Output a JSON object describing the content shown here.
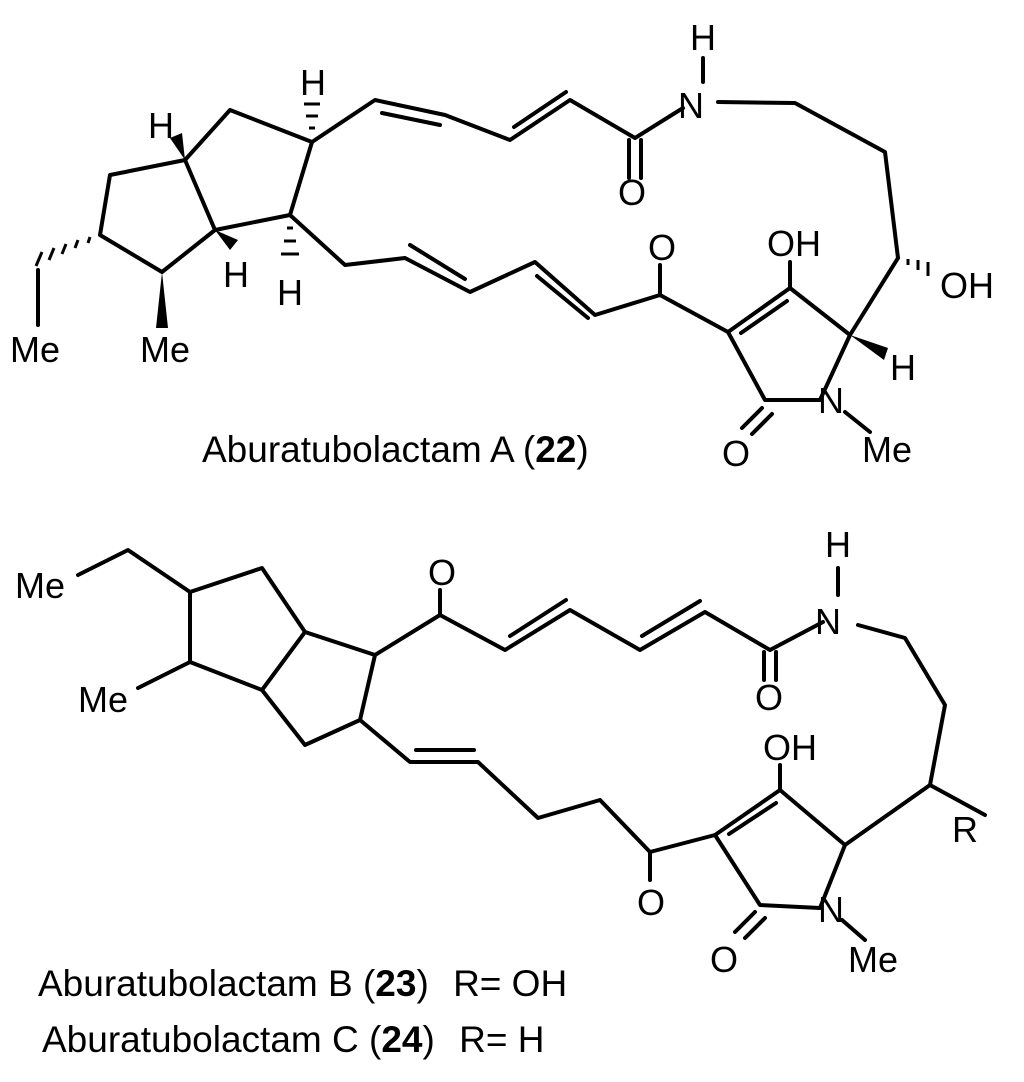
{
  "atoms": {
    "h": "H",
    "n": "N",
    "o": "O",
    "oh": "OH",
    "me": "Me",
    "r": "R"
  },
  "compounds": [
    {
      "name": "Aburatubolactam A",
      "number": "22",
      "substituent": ""
    },
    {
      "name": "Aburatubolactam B",
      "number": "23",
      "substituent": "R= OH"
    },
    {
      "name": "Aburatubolactam C",
      "number": "24",
      "substituent": "R= H"
    }
  ],
  "punctuation": {
    "open": "(",
    "close": ")"
  }
}
